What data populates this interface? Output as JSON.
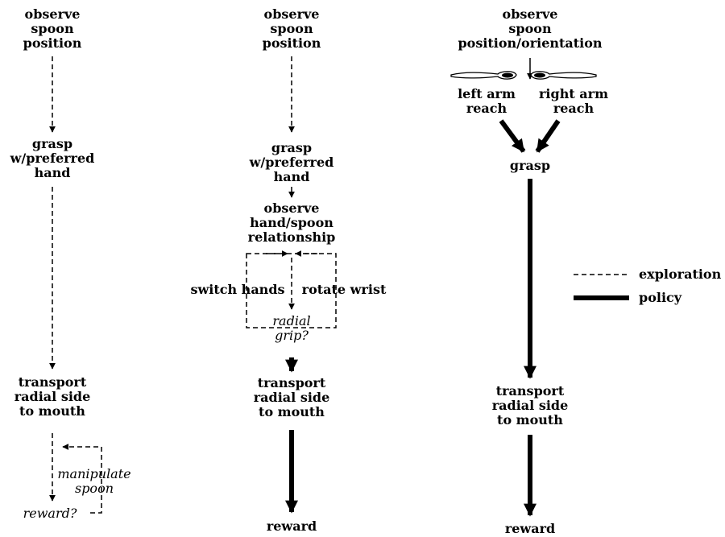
{
  "col1": {
    "observe": "observe\nspoon\nposition",
    "grasp": "grasp\nw/preferred\nhand",
    "transport": "transport\nradial side\nto mouth",
    "manipulate": "manipulate\nspoon",
    "reward": "reward?"
  },
  "col2": {
    "observe": "observe\nspoon\nposition",
    "grasp": "grasp\nw/preferred\nhand",
    "observe_relationship": "observe\nhand/spoon\nrelationship",
    "switch_hands": "switch hands",
    "rotate_wrist": "rotate wrist",
    "radial_grip": "radial\ngrip?",
    "transport": "transport\nradial side\nto mouth",
    "reward": "reward"
  },
  "col3": {
    "observe": "observe\nspoon\nposition/orientation",
    "left_reach": "left arm\nreach",
    "right_reach": "right arm\nreach",
    "grasp": "grasp",
    "transport": "transport\nradial side\nto mouth",
    "reward": "reward"
  },
  "legend": {
    "exploration": "exploration",
    "policy": "policy"
  }
}
